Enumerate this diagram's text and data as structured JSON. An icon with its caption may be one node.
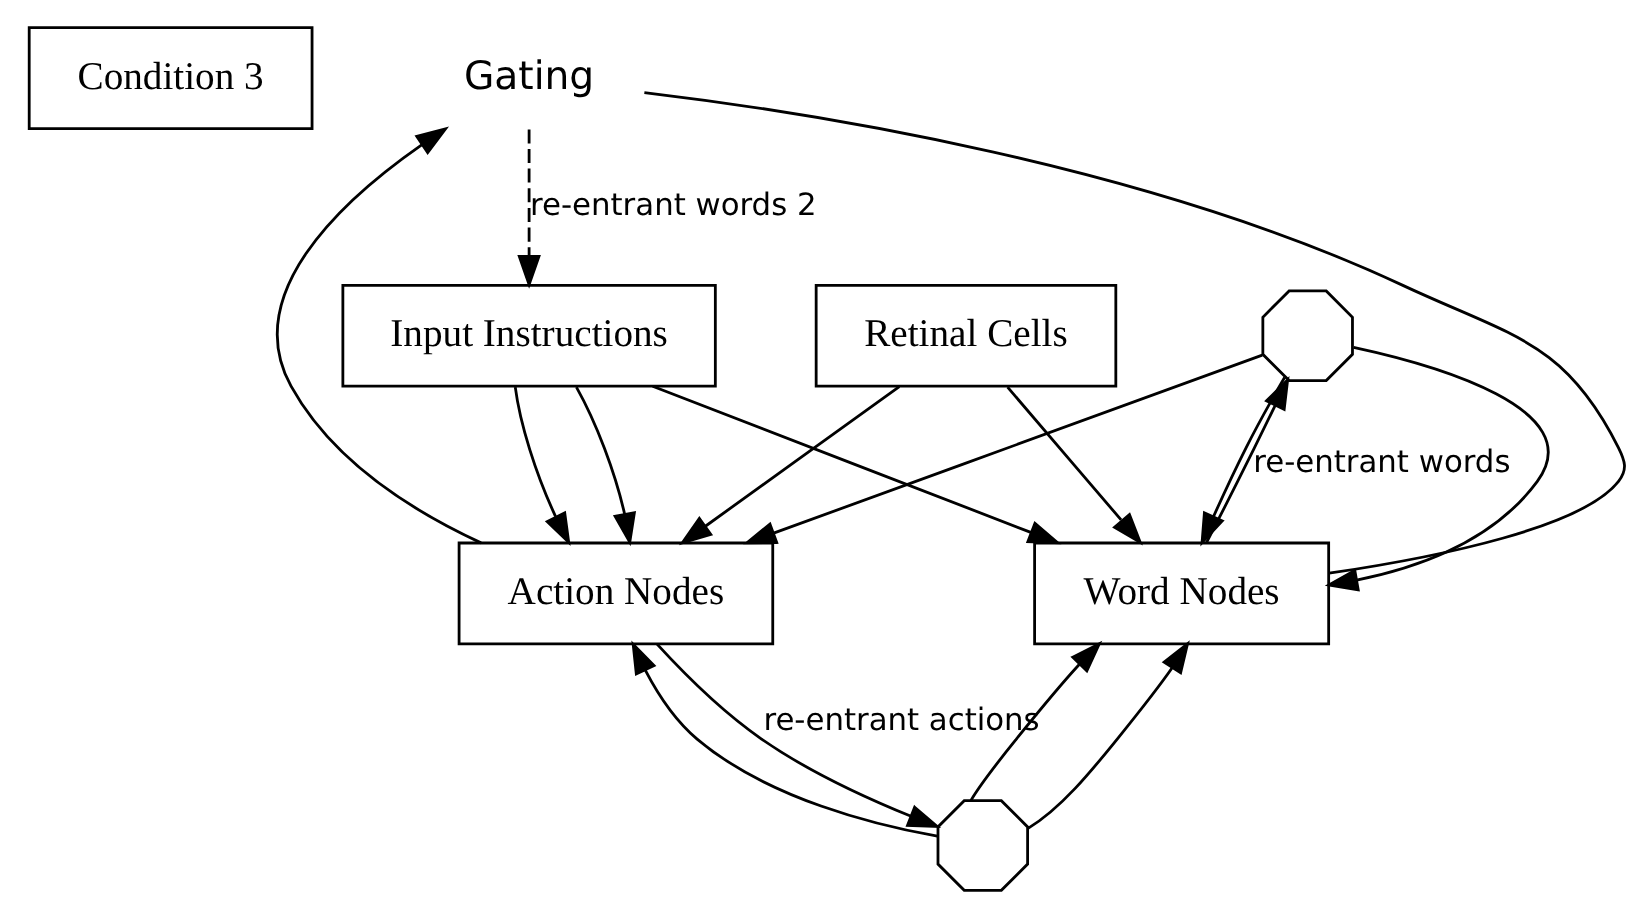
{
  "diagram": {
    "nodes": [
      {
        "text": [
          "Condition 3"
        ]
      },
      {
        "text": [
          "Action Nodes"
        ]
      },
      {
        "text": [
          "Word Nodes"
        ]
      },
      {
        "text": [
          "Input Instructions"
        ]
      },
      {
        "text": [
          "Retinal Cells"
        ]
      },
      {
        "text": [],
        "shape": "octagon"
      },
      {
        "text": [],
        "shape": "octagon"
      },
      {
        "text": [
          "Gating"
        ]
      }
    ],
    "edges": [
      {
        "from": 1,
        "to": 7,
        "arrow": "to"
      },
      {
        "from": 2,
        "to": 7,
        "arrow": "none"
      },
      {
        "from": 7,
        "to": 3,
        "arrow": "to",
        "style": "dashed",
        "label": "re-entrant words 2"
      },
      {
        "from": 2,
        "to": 5,
        "arrow": "to",
        "label": "re-entrant words"
      },
      {
        "from": 1,
        "to": 6,
        "arrow": "to",
        "label": "re-entrant actions"
      },
      {
        "from": 3,
        "to": 1,
        "arrow": "to"
      },
      {
        "from": 3,
        "to": 1,
        "arrow": "to"
      },
      {
        "from": 3,
        "to": 2,
        "arrow": "to"
      },
      {
        "from": 4,
        "to": 1,
        "arrow": "to"
      },
      {
        "from": 4,
        "to": 2,
        "arrow": "to"
      },
      {
        "from": 5,
        "to": 1,
        "arrow": "to"
      },
      {
        "from": 5,
        "to": 2,
        "arrow": "to"
      },
      {
        "from": 5,
        "to": 2,
        "arrow": "to"
      },
      {
        "from": 6,
        "to": 1,
        "arrow": "to"
      },
      {
        "from": 6,
        "to": 2,
        "arrow": "to"
      },
      {
        "from": 6,
        "to": 2,
        "arrow": "to"
      }
    ]
  }
}
